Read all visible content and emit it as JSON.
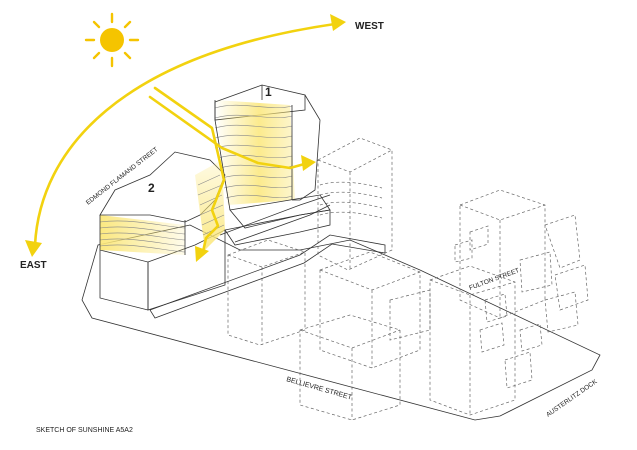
{
  "labels": {
    "west": "WEST",
    "east": "EAST",
    "building_1": "1",
    "building_2": "2",
    "street_edmond": "EDMOND FLAMAND STREET",
    "street_fulton": "FULTON STREET",
    "street_bellievre": "BELLIEVRE STREET",
    "street_austerlitz": "AUSTERLITZ DOCK",
    "caption": "SKETCH OF SUNSHINE A5A2"
  },
  "icons": {
    "sun": "sun-icon"
  },
  "colors": {
    "sun_yellow": "#f5c400",
    "ray_yellow": "#f2d20f",
    "glow_yellow": "#fbe77a",
    "line": "#333333",
    "dashed": "#666666"
  }
}
